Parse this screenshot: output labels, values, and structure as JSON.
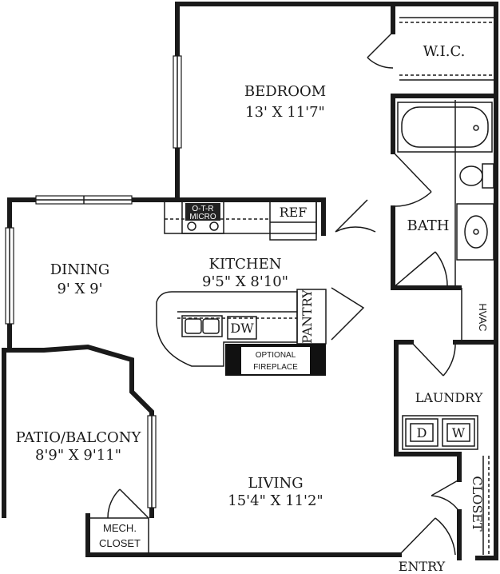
{
  "rooms": {
    "bedroom": {
      "name": "BEDROOM",
      "size": "13' X 11'7\""
    },
    "wic": {
      "name": "W.I.C."
    },
    "bath": {
      "name": "BATH"
    },
    "kitchen": {
      "name": "KITCHEN",
      "size": "9'5\" X 8'10\""
    },
    "dining": {
      "name": "DINING",
      "size": "9' X 9'"
    },
    "patio": {
      "name": "PATIO/BALCONY",
      "size": "8'9\" X 9'11\""
    },
    "living": {
      "name": "LIVING",
      "size": "15'4\" X 11'2\""
    },
    "laundry": {
      "name": "LAUNDRY"
    },
    "closet": {
      "name": "CLOSET"
    },
    "mech_closet": {
      "line1": "MECH.",
      "line2": "CLOSET"
    },
    "hvac": {
      "name": "HVAC"
    },
    "pantry": {
      "name": "PANTRY"
    },
    "entry": {
      "name": "ENTRY"
    }
  },
  "fixtures": {
    "ref": "REF",
    "otr_micro_line1": "O-T-R",
    "otr_micro_line2": "MICRO",
    "dw": "DW",
    "fireplace_line1": "OPTIONAL",
    "fireplace_line2": "FIREPLACE",
    "dryer": "D",
    "washer": "W"
  }
}
